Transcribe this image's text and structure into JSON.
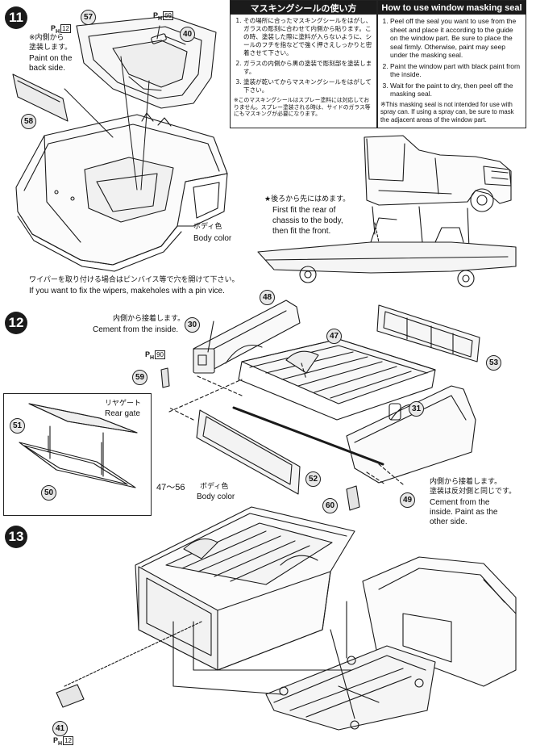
{
  "steps": {
    "s11": "11",
    "s12": "12",
    "s13": "13"
  },
  "seal_box": {
    "jp_title": "マスキングシールの使い方",
    "en_title": "How to use window masking seal",
    "jp_items": [
      "その場所に合ったマスキングシールをはがし、ガラスの彫刻に合わせて内側から貼ります。この時、塗装した際に塗料が入らないように、シールのフチを指などで強く押さえしっかりと密着させて下さい。",
      "ガラスの内側から黒の塗装で彫刻部を塗装します。",
      "塗装が乾いてからマスキングシールをはがして下さい。"
    ],
    "jp_note": "※このマスキングシールはスプレー塗料には対応しておりません。スプレー塗装される時は、サイドのガラス等にもマスキングが必要になります。",
    "en_items": [
      "Peel off the seal you want to use from the sheet and place it according to the guide on the window part. Be sure to place the seal firmly. Otherwise, paint may seep under the masking seal.",
      "Paint the window part with black paint from the inside.",
      "Wait for the paint to dry, then peel off the masking seal."
    ],
    "en_note": "※This masking seal is not intended for use with spray can. If using a spray can, be sure to mask the adjacent areas of the window part."
  },
  "step11": {
    "paint_back_jp_1": "※内側から",
    "paint_back_jp_2": "塗装します。",
    "paint_back_en_1": "Paint on the",
    "paint_back_en_2": "back side.",
    "body_color_jp": "ボディ色",
    "body_color_en": "Body color",
    "wiper_jp": "ワイパーを取り付ける場合はピンバイス等で穴を開けて下さい。",
    "wiper_en": "If you want to fix the wipers, makeholes with a pin vice.",
    "parts": {
      "p57": "57",
      "p40": "40",
      "p58": "58"
    },
    "pcodes": {
      "ph12": "12",
      "ph69": "69"
    }
  },
  "fit_note": {
    "jp": "★後ろから先にはめます。",
    "en_1": "First fit the rear of",
    "en_2": "chassis to the body,",
    "en_3": "then fit the front."
  },
  "step12": {
    "cement_jp": "内側から接着します。",
    "cement_en": "Cement from the inside.",
    "rear_gate_jp": "リヤゲート",
    "rear_gate_en": "Rear gate",
    "body_color_range": "47〜56",
    "body_color_jp": "ボディ色",
    "body_color_en": "Body color",
    "cement_other_jp_1": "内側から接着します。",
    "cement_other_jp_2": "塗装は反対側と同じです。",
    "cement_other_en_1": "Cement from the",
    "cement_other_en_2": "inside. Paint as the",
    "cement_other_en_3": "other side.",
    "parts": {
      "p48": "48",
      "p30": "30",
      "p47": "47",
      "p53": "53",
      "p59": "59",
      "p51": "51",
      "p50": "50",
      "p31": "31",
      "p52": "52",
      "p60": "60",
      "p49": "49"
    },
    "pcodes": {
      "ph90": "90"
    }
  },
  "step13": {
    "parts": {
      "p41": "41"
    },
    "pcodes": {
      "ph12": "12"
    }
  },
  "pcode_prefix": "P",
  "pcode_sub": "H"
}
